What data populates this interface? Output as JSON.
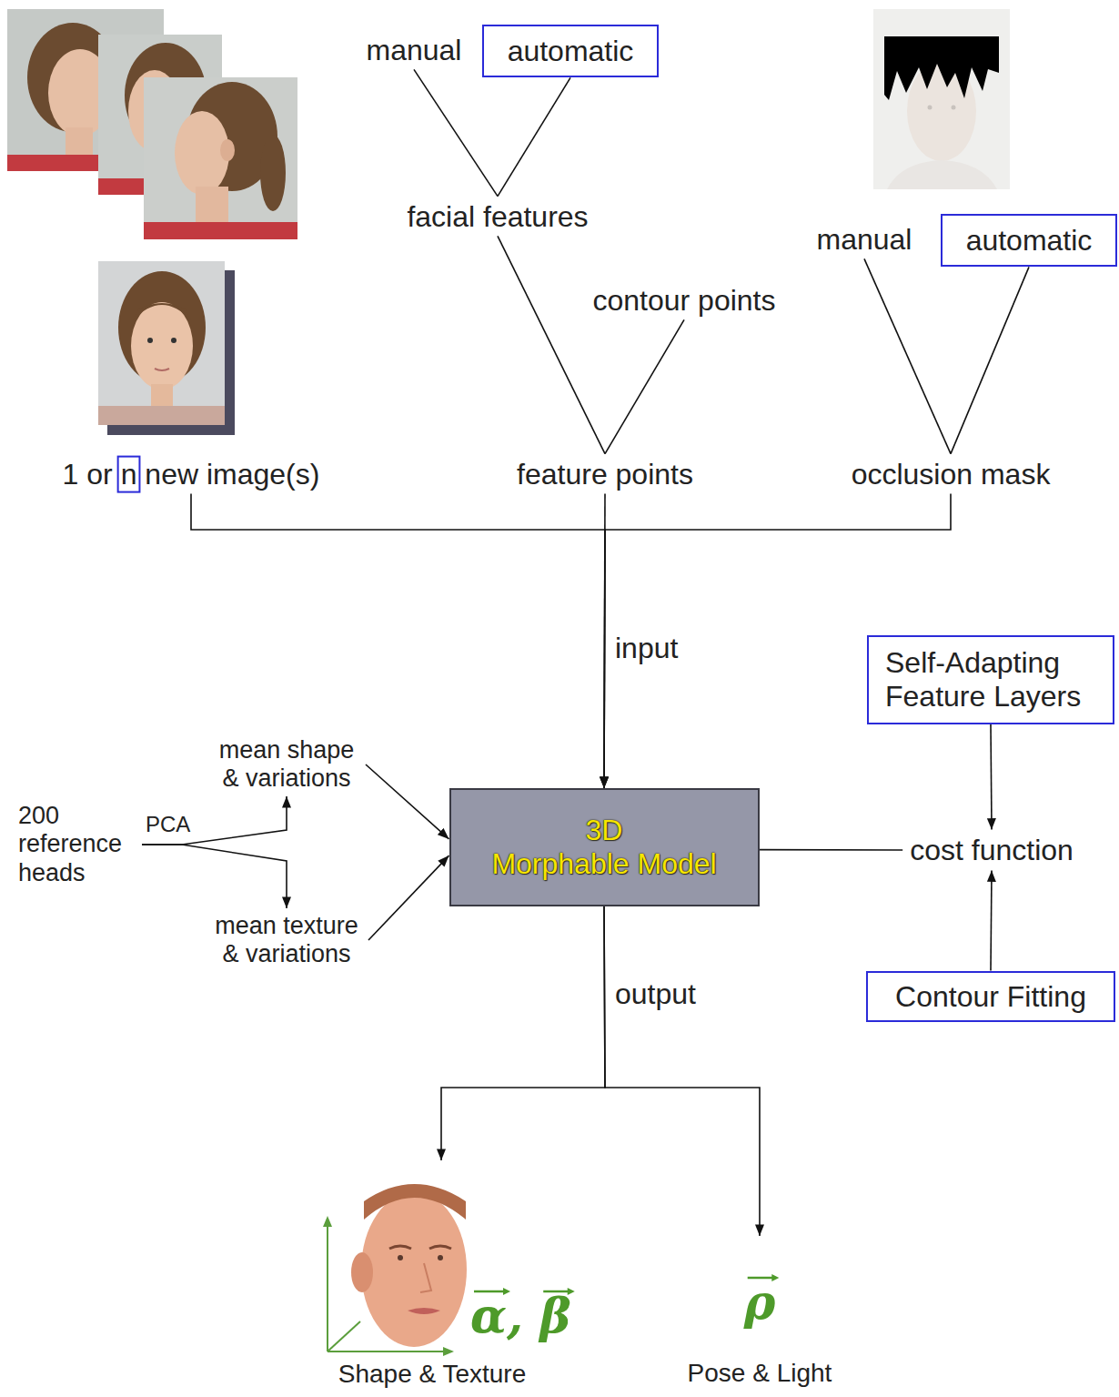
{
  "diagram": {
    "nodes": [
      {
        "text": [
          "manual"
        ]
      },
      {
        "text": [
          "automatic"
        ]
      },
      {
        "text": [
          "facial features"
        ]
      },
      {
        "text": [
          "contour points"
        ]
      },
      {
        "text": [
          "manual"
        ]
      },
      {
        "text": [
          "automatic"
        ]
      },
      {
        "text": [
          "1 or n new image(s)"
        ]
      },
      {
        "text": [
          "feature points"
        ]
      },
      {
        "text": [
          "occlusion mask"
        ]
      },
      {
        "text": [
          "200 reference heads"
        ]
      },
      {
        "text": [
          "mean shape & variations"
        ]
      },
      {
        "text": [
          "mean texture & variations"
        ]
      },
      {
        "text": [
          "3D",
          "Morphable Model"
        ]
      },
      {
        "text": [
          "Self-Adapting Feature Layers"
        ]
      },
      {
        "text": [
          "cost function"
        ]
      },
      {
        "text": [
          "Contour Fitting"
        ]
      },
      {
        "text": [
          "α, β",
          "Shape & Texture"
        ]
      },
      {
        "text": [
          "ρ",
          "Pose & Light"
        ]
      }
    ],
    "edges": [
      {
        "from": 0,
        "to": 2,
        "arrow": "none"
      },
      {
        "from": 1,
        "to": 2,
        "arrow": "none"
      },
      {
        "from": 2,
        "to": 7,
        "arrow": "none"
      },
      {
        "from": 3,
        "to": 7,
        "arrow": "none"
      },
      {
        "from": 4,
        "to": 8,
        "arrow": "none"
      },
      {
        "from": 5,
        "to": 8,
        "arrow": "none"
      },
      {
        "from": 6,
        "to": 12,
        "arrow": "to"
      },
      {
        "from": 7,
        "to": 12,
        "arrow": "to",
        "label": "input"
      },
      {
        "from": 8,
        "to": 12,
        "arrow": "to"
      },
      {
        "from": 9,
        "to": 10,
        "arrow": "to",
        "label": "PCA"
      },
      {
        "from": 9,
        "to": 11,
        "arrow": "to"
      },
      {
        "from": 10,
        "to": 12,
        "arrow": "to"
      },
      {
        "from": 11,
        "to": 12,
        "arrow": "to"
      },
      {
        "from": 12,
        "to": 14,
        "arrow": "none"
      },
      {
        "from": 13,
        "to": 14,
        "arrow": "to"
      },
      {
        "from": 15,
        "to": 14,
        "arrow": "to"
      },
      {
        "from": 12,
        "to": 16,
        "arrow": "to",
        "label": "output"
      },
      {
        "from": 12,
        "to": 17,
        "arrow": "to"
      }
    ]
  }
}
